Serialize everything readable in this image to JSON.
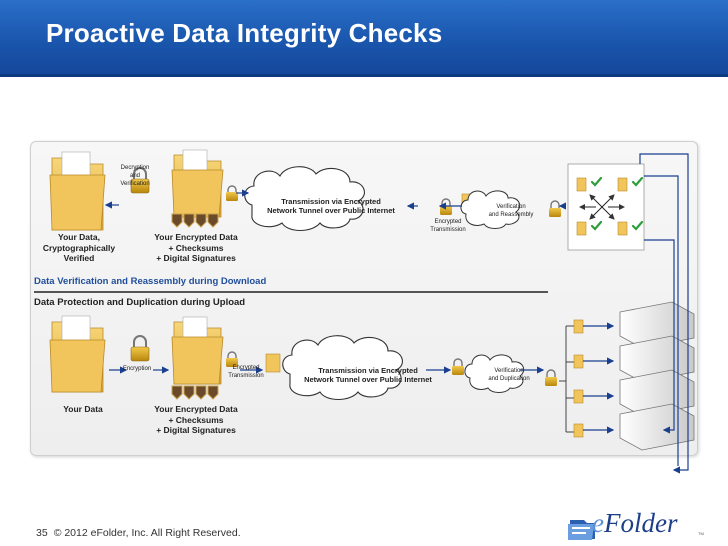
{
  "slide": {
    "title": "Proactive Data Integrity Checks",
    "page_number": "35",
    "copyright": "© 2012 eFolder, Inc. All Right Reserved.",
    "logo_text_e": "e",
    "logo_text_rest": "Folder",
    "logo_tm": "TM"
  },
  "download": {
    "section_title": "Data Verification and Reassembly during Download",
    "your_data": "Your Data,\nCryptographically\nVerified",
    "decrypt_label": "Decryption\nand\nVerification",
    "encrypted": "Your Encrypted Data\n+ Checksums\n+ Digital Signatures",
    "transmission": "Transmission via Encrypted\nNetwork Tunnel over Public Internet",
    "encrypted_transmission": "Encrypted\nTransmission",
    "verification": "Verification\nand Reassembly"
  },
  "upload": {
    "section_title": "Data Protection and Duplication during Upload",
    "your_data": "Your Data",
    "encryption_label": "Encryption",
    "encrypted": "Your Encrypted Data\n+ Checksums\n+ Digital Signatures",
    "encrypted_transmission": "Encrypted\nTransmission",
    "transmission": "Transmission via Encrypted\nNetwork Tunnel over Public Internet",
    "verification": "Verification\nand Duplication"
  },
  "colors": {
    "header": "#1a56ad",
    "section_download": "#1f4e9c",
    "section_upload": "#222222",
    "checkmark": "#2e9e3a",
    "arrow": "#1a3f8f"
  }
}
